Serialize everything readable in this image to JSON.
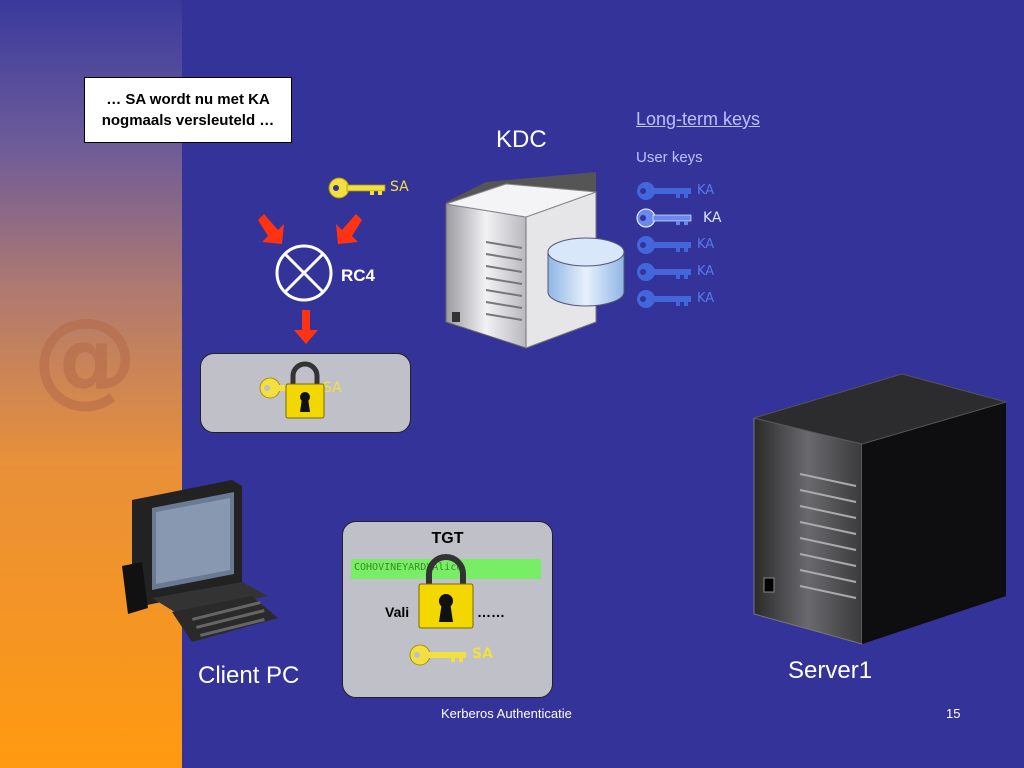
{
  "callout": {
    "line1": "… SA wordt nu met KA",
    "line2": "nogmaals versleuteld …"
  },
  "kdc": {
    "label": "KDC"
  },
  "long_term": {
    "title": "Long-term keys",
    "subtitle": "User keys",
    "keys": [
      "KA",
      "KA",
      "KA",
      "KA",
      "KA"
    ]
  },
  "session_key": {
    "label": "SA"
  },
  "rc4": {
    "label": "RC4"
  },
  "encrypted_box": {
    "key_label": "SA"
  },
  "tgt": {
    "title": "TGT",
    "field_text": "COHOVINEYARD\\Alice",
    "validity_left": "Vali",
    "validity_right": "……",
    "key_label": "SA"
  },
  "client": {
    "label": "Client PC"
  },
  "server": {
    "label": "Server1"
  },
  "footer": {
    "title": "Kerberos Authenticatie",
    "page": "15"
  },
  "colors": {
    "background": "#333399",
    "sidebar_bottom": "#ff9a10",
    "arrow": "#ff3311",
    "key_gold": "#f2e040",
    "key_blue": "#4466dd"
  }
}
